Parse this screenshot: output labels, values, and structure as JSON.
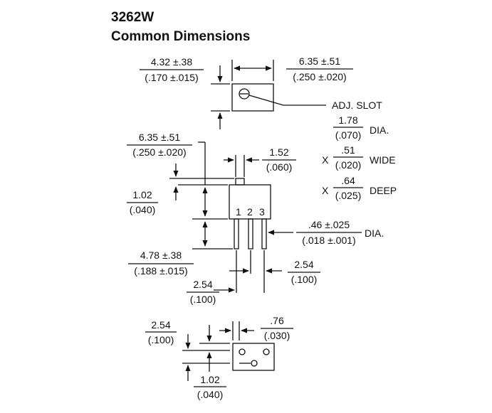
{
  "header": {
    "model": "3262W",
    "subtitle": "Common Dimensions"
  },
  "top_view": {
    "height_nominal": "4.32 ±.38",
    "height_inch": "(.170 ±.015)",
    "width_nominal": "6.35 ±.51",
    "width_inch": "(.250 ±.020)",
    "adj_slot_label": "ADJ. SLOT",
    "slot_dia_nominal": "1.78",
    "slot_dia_inch": "(.070)",
    "slot_dia_suffix": "DIA.",
    "slot_wide_prefix": "X",
    "slot_wide_nominal": ".51",
    "slot_wide_inch": "(.020)",
    "slot_wide_suffix": "WIDE",
    "slot_deep_prefix": "X",
    "slot_deep_nominal": ".64",
    "slot_deep_inch": "(.025)",
    "slot_deep_suffix": "DEEP"
  },
  "side_view": {
    "body_height_nominal": "6.35 ±.51",
    "body_height_inch": "(.250 ±.020)",
    "knob_width_nominal": "1.52",
    "knob_width_inch": "(.060)",
    "knob_height_nominal": "1.02",
    "knob_height_inch": "(.040)",
    "pin_numbers": [
      "1",
      "2",
      "3"
    ],
    "pin_dia_nominal": ".46 ±.025",
    "pin_dia_inch": "(.018 ±.001)",
    "pin_dia_suffix": "DIA.",
    "pin_length_nominal": "4.78 ±.38",
    "pin_length_inch": "(.188 ±.015)",
    "pitch_right_nominal": "2.54",
    "pitch_right_inch": "(.100)",
    "pitch_left_nominal": "2.54",
    "pitch_left_inch": "(.100)"
  },
  "bottom_view": {
    "row_pitch_nominal": "2.54",
    "row_pitch_inch": "(.100)",
    "offset_nominal": ".76",
    "offset_inch": "(.030)",
    "bottom_offset_nominal": "1.02",
    "bottom_offset_inch": "(.040)"
  },
  "colors": {
    "ink": "#111111",
    "background": "#ffffff"
  }
}
